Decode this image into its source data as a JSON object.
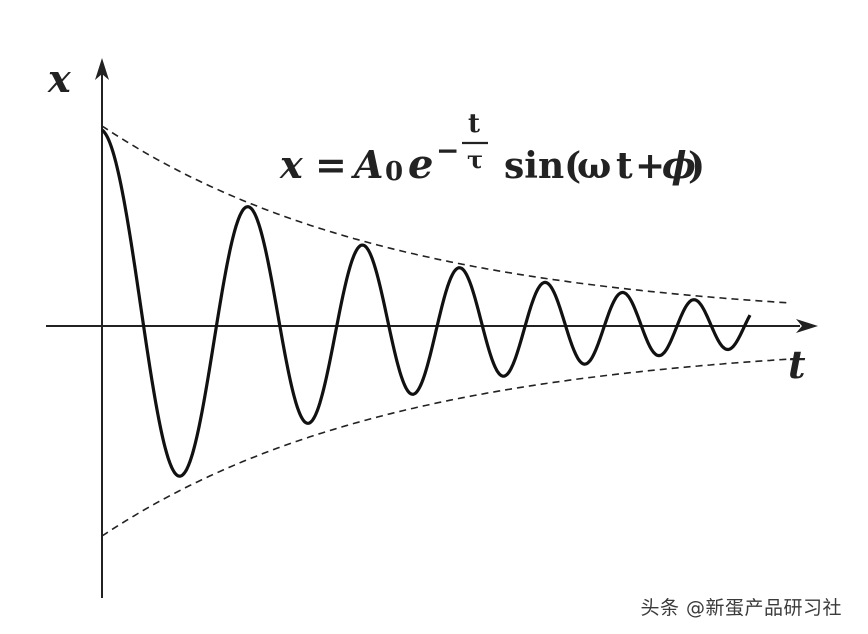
{
  "diagram": {
    "axis_y_label": "x",
    "axis_x_label": "t",
    "formula": {
      "lhs": "x",
      "equals": "=",
      "amp": "A",
      "amp_sub": "0",
      "base": "e",
      "exp_sign": "−",
      "exp_num": "t",
      "exp_den": "τ",
      "func_open": "sin(",
      "omega": "ω",
      "t": "t",
      "plus": "+",
      "phi": "ϕ",
      "func_close": ")"
    }
  },
  "watermark": "头条 @新蛋产品研习社",
  "colors": {
    "ink": "#111111",
    "background": "#ffffff"
  }
}
